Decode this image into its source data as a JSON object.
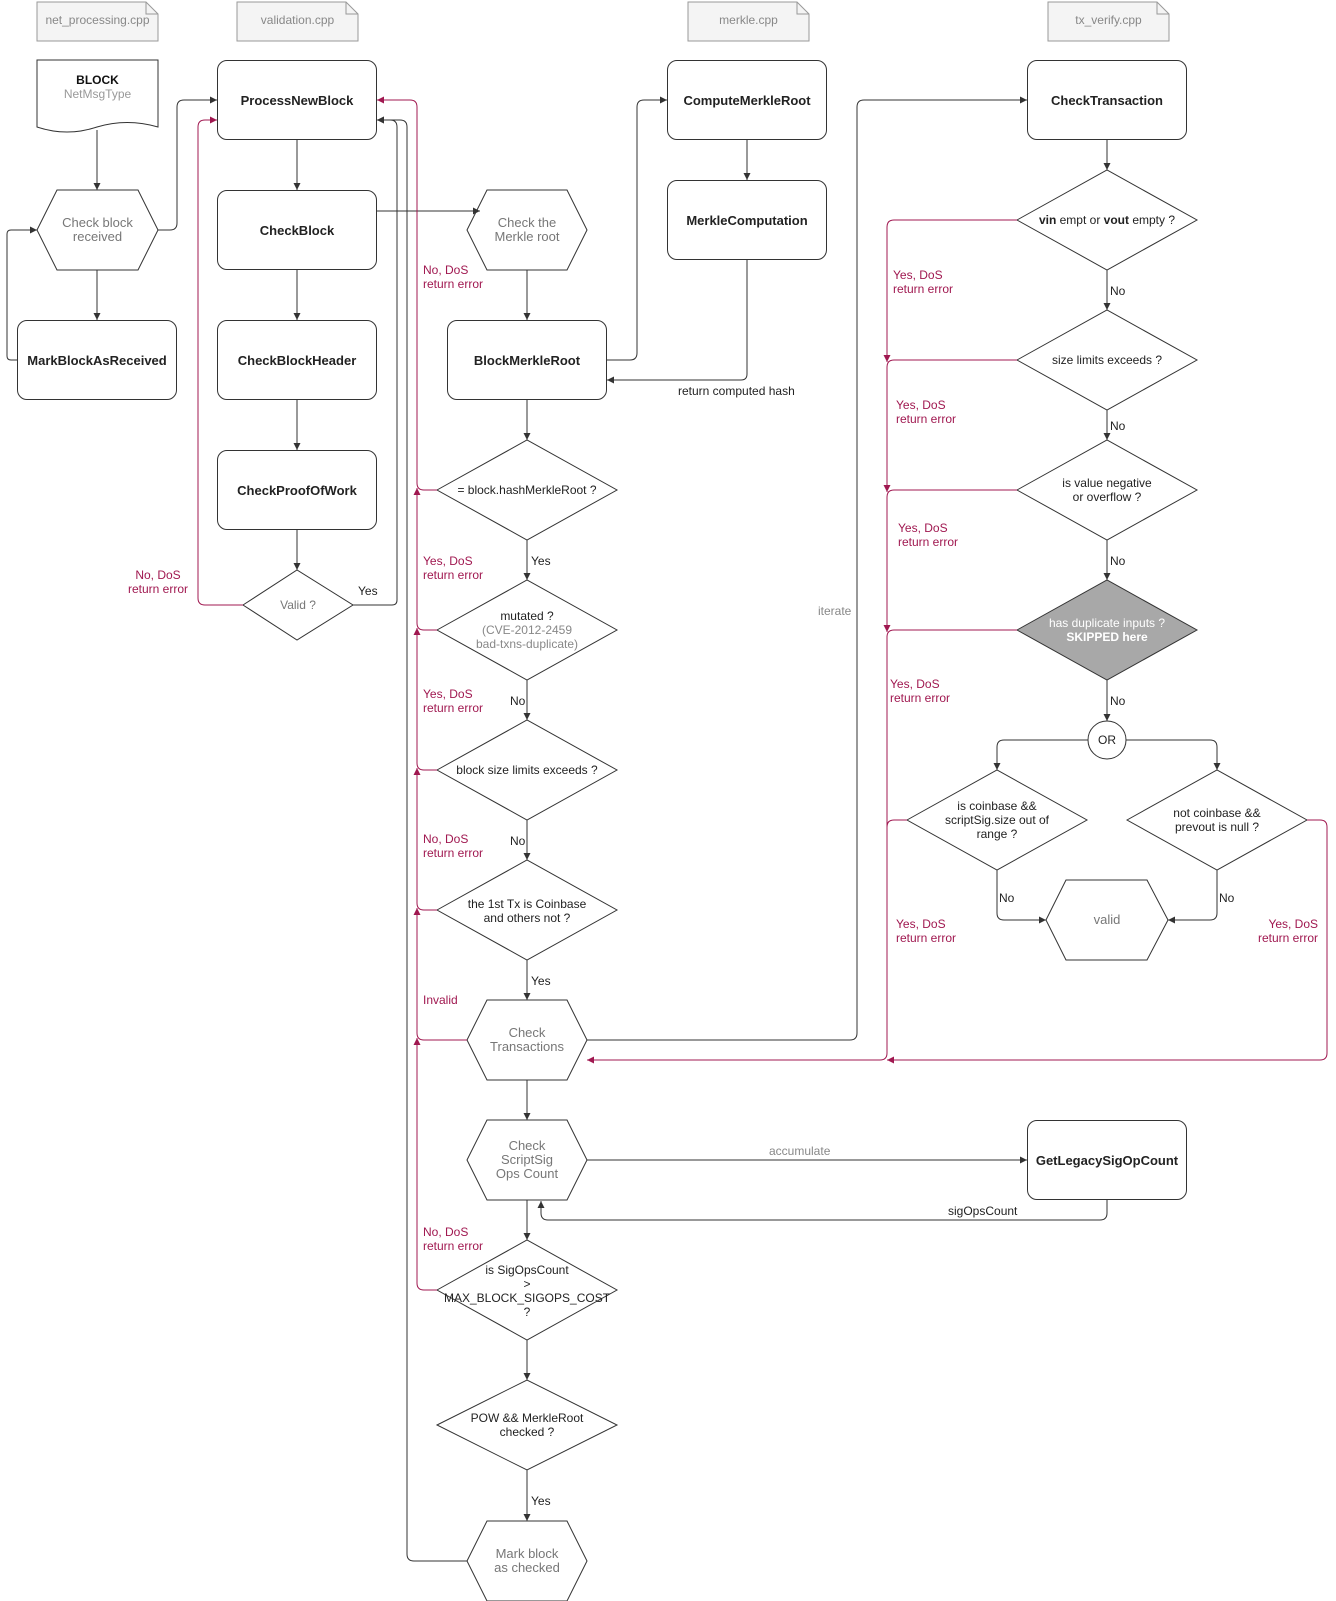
{
  "files": {
    "net_processing": "net_processing.cpp",
    "validation": "validation.cpp",
    "merkle": "merkle.cpp",
    "tx_verify": "tx_verify.cpp"
  },
  "block_doc": {
    "title": "BLOCK",
    "subtitle": "NetMsgType"
  },
  "nodes": {
    "check_block_received": "Check block\nreceived",
    "mark_block_as_received": "MarkBlockAsReceived",
    "process_new_block": "ProcessNewBlock",
    "check_block": "CheckBlock",
    "check_block_header": "CheckBlockHeader",
    "check_proof_of_work": "CheckProofOfWork",
    "valid_q": "Valid ?",
    "check_merkle_root": "Check the\nMerkle root",
    "block_merkle_root": "BlockMerkleRoot",
    "compute_merkle_root": "ComputeMerkleRoot",
    "merkle_computation": "MerkleComputation",
    "hash_merkle_q": "= block.hashMerkleRoot ?",
    "mutated_q": "mutated ?",
    "mutated_note1": "(CVE-2012-2459",
    "mutated_note2": "bad-txns-duplicate)",
    "block_size_q": "block size limits exceeds ?",
    "coinbase_q": "the 1st Tx is Coinbase\nand others not ?",
    "check_transactions": "Check\nTransactions",
    "check_scriptsig": "Check\nScriptSig\nOps Count",
    "get_legacy_sigop": "GetLegacySigOpCount",
    "sigops_q": "is SigOpsCount\n>\nMAX_BLOCK_SIGOPS_COST\n?",
    "pow_merkle_q": "POW && MerkleRoot\nchecked ?",
    "mark_block_checked": "Mark block\nas checked",
    "check_transaction": "CheckTransaction",
    "vin_q_bold1": "vin",
    "vin_q_mid": " empt or ",
    "vin_q_bold2": "vout",
    "vin_q_end": " empty ?",
    "size_limits_q": "size limits exceeds ?",
    "value_negative_q": "is value negative\nor overflow ?",
    "duplicate_inputs_q": "has duplicate inputs ?",
    "skipped_here": "SKIPPED here",
    "or": "OR",
    "is_coinbase_q": "is coinbase &&\nscriptSig.size out of\nrange ?",
    "not_coinbase_q": "not coinbase &&\nprevout is null ?",
    "valid": "valid"
  },
  "edge_labels": {
    "no_dos_valid": "No, DoS\nreturn error",
    "yes_valid": "Yes",
    "no_dos_merkle": "No, DoS\nreturn error",
    "return_computed_hash": "return computed hash",
    "yes_hash": "Yes",
    "yes_dos_mutated": "Yes, DoS\nreturn error",
    "no_mutated": "No",
    "yes_dos_size": "Yes, DoS\nreturn error",
    "no_size": "No",
    "no_dos_coinbase": "No, DoS\nreturn error",
    "yes_coinbase": "Yes",
    "invalid": "Invalid",
    "iterate": "iterate",
    "accumulate": "accumulate",
    "sigops_count": "sigOpsCount",
    "no_dos_sigops": "No, DoS\nreturn error",
    "yes_pow": "Yes",
    "yes_dos_vin": "Yes, DoS\nreturn error",
    "no_vin": "No",
    "yes_dos_sizelim": "Yes, DoS\nreturn error",
    "no_sizelim": "No",
    "yes_dos_value": "Yes, DoS\nreturn error",
    "no_value": "No",
    "yes_dos_dup": "Yes, DoS\nreturn error",
    "no_dup": "No",
    "yes_dos_iscoinbase": "Yes, DoS\nreturn error",
    "no_iscoinbase": "No",
    "no_notcoinbase": "No",
    "yes_dos_notcoinbase": "Yes, DoS\nreturn error"
  },
  "colors": {
    "error_path": "#a01850",
    "normal_path": "#333333",
    "skipped_fill": "#a8a8a8"
  }
}
